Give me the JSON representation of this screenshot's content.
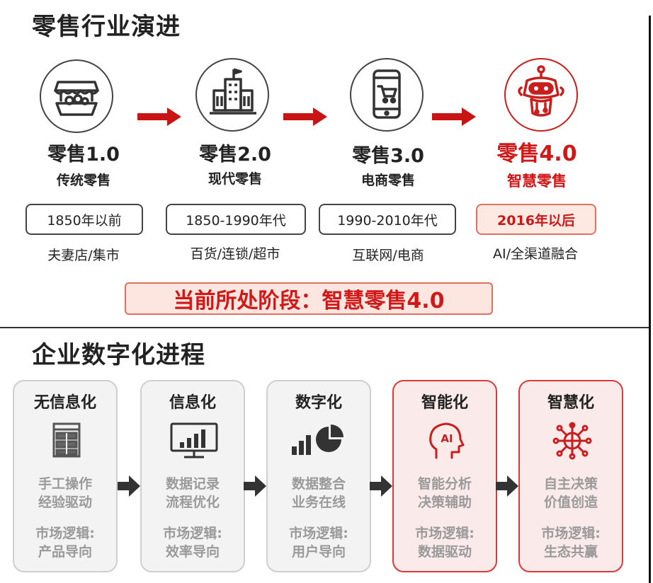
{
  "section1": {
    "title": "零售行业演进",
    "eras": [
      {
        "name": "零售1.0",
        "sub": "传统零售",
        "period": "1850年以前",
        "desc": "夫妻店/集市",
        "icon": "market-stall-icon",
        "highlight": false
      },
      {
        "name": "零售2.0",
        "sub": "现代零售",
        "period": "1850-1990年代",
        "desc": "百货/连锁/超市",
        "icon": "department-store-icon",
        "highlight": false
      },
      {
        "name": "零售3.0",
        "sub": "电商零售",
        "period": "1990-2010年代",
        "desc": "互联网/电商",
        "icon": "mobile-cart-icon",
        "highlight": false
      },
      {
        "name": "零售4.0",
        "sub": "智慧零售",
        "period": "2016年以后",
        "desc": "AI/全渠道融合",
        "icon": "robot-icon",
        "highlight": true
      }
    ],
    "banner": "当前所处阶段：智慧零售4.0"
  },
  "section2": {
    "title": "企业数字化进程",
    "stages": [
      {
        "title": "无信息化",
        "line1": "手工操作",
        "line2": "经验驱动",
        "logic1": "市场逻辑:",
        "logic2": "产品导向",
        "icon": "ledger-icon",
        "highlight": false
      },
      {
        "title": "信息化",
        "line1": "数据记录",
        "line2": "流程优化",
        "logic1": "市场逻辑:",
        "logic2": "效率导向",
        "icon": "monitor-chart-icon",
        "highlight": false
      },
      {
        "title": "数字化",
        "line1": "数据整合",
        "line2": "业务在线",
        "logic1": "市场逻辑:",
        "logic2": "用户导向",
        "icon": "bar-pie-chart-icon",
        "highlight": false
      },
      {
        "title": "智能化",
        "line1": "智能分析",
        "line2": "决策辅助",
        "logic1": "市场逻辑:",
        "logic2": "数据驱动",
        "icon": "ai-head-icon",
        "highlight": true
      },
      {
        "title": "智慧化",
        "line1": "自主决策",
        "line2": "价值创造",
        "logic1": "市场逻辑:",
        "logic2": "生态共赢",
        "icon": "network-hub-icon",
        "highlight": true
      }
    ]
  },
  "colors": {
    "accent": "#d01818",
    "dark": "#222222",
    "muted": "#9a9a9a"
  }
}
